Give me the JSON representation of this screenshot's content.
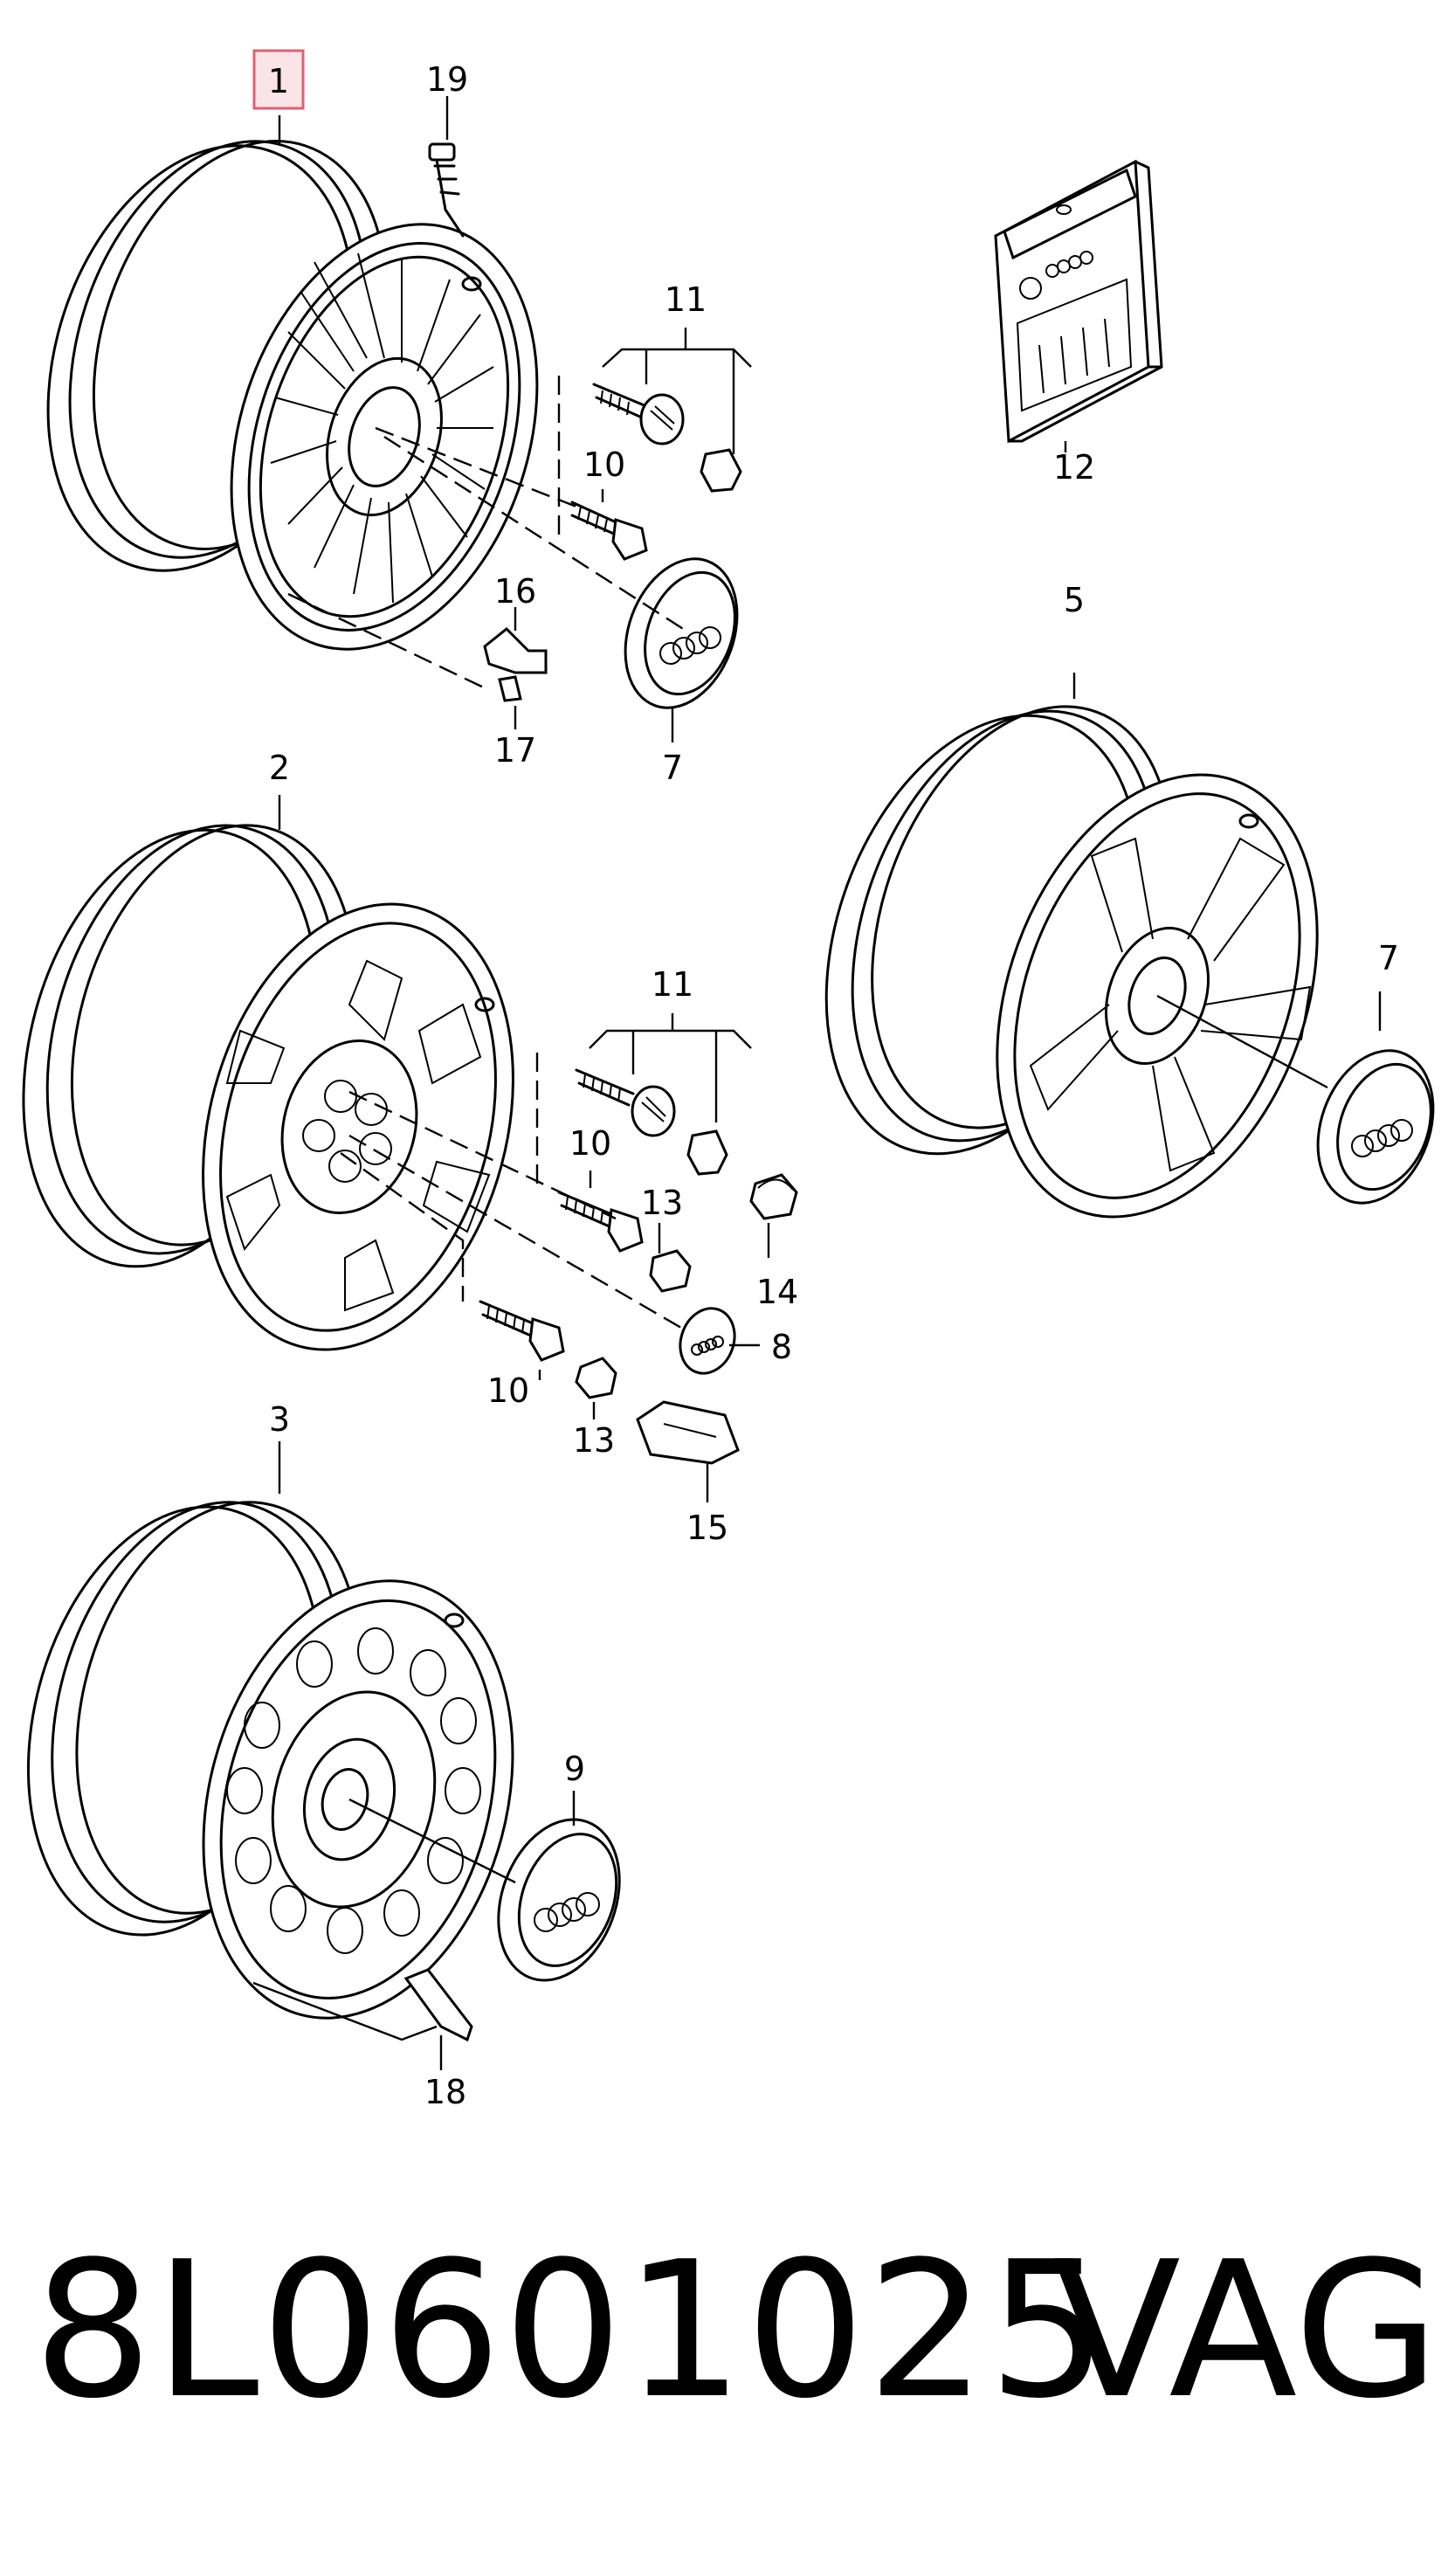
{
  "labels": {
    "l1": "1",
    "l2": "2",
    "l3": "3",
    "l5": "5",
    "l7a": "7",
    "l7b": "7",
    "l8": "8",
    "l9": "9",
    "l10a": "10",
    "l10b": "10",
    "l10c": "10",
    "l11a": "11",
    "l11b": "11",
    "l12": "12",
    "l13a": "13",
    "l13b": "13",
    "l14": "14",
    "l15": "15",
    "l16": "16",
    "l17": "17",
    "l18": "18",
    "l19": "19"
  },
  "footer": {
    "part_number": "8L0601025",
    "brand": "VAG"
  },
  "colors": {
    "highlight_border": "#e06070",
    "highlight_fill": "#fbe4e7",
    "line": "#000000"
  }
}
